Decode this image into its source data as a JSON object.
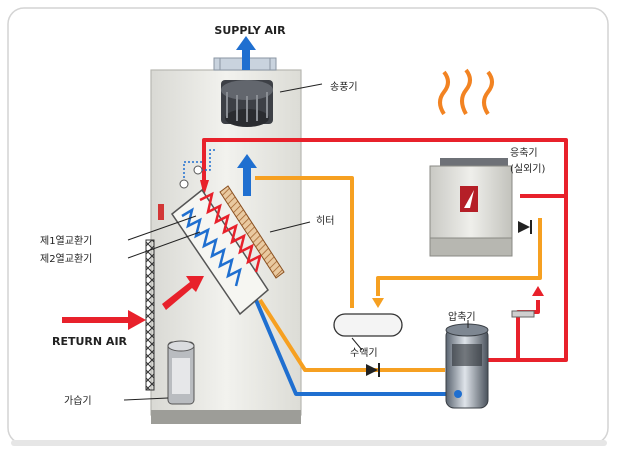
{
  "labels": {
    "supply_air": "SUPPLY AIR",
    "return_air": "RETURN AIR",
    "blower": "송풍기",
    "condenser_line1": "응축기",
    "condenser_line2": "(실외기)",
    "heater": "히터",
    "hx1": "제1열교환기",
    "hx2": "제2열교환기",
    "receiver": "수액기",
    "compressor": "압축기",
    "humidifier": "가습기"
  },
  "colors": {
    "hot_line": "#e8212b",
    "warm_line": "#f6a021",
    "cold_line": "#1f6fd0",
    "cabinet": "#eeeeea",
    "border": "#c8c8c8"
  }
}
